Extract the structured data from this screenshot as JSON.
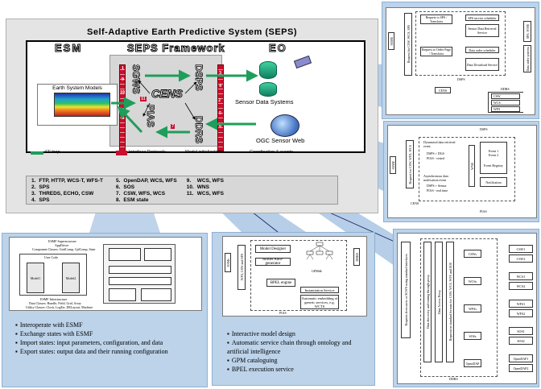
{
  "seps": {
    "title": "Self-Adaptive Earth Predictive System (SEPS)",
    "esm_header": "ESM",
    "framework_header": "SEPS Framework",
    "eo_header": "EO",
    "esm_box": "Earth System Models",
    "sensor_systems": "Sensor Data Systems",
    "sensor_web": "OGC Sensor Web",
    "sgws": "SGWS",
    "dsps": "DSPS",
    "cens": "CENS",
    "pias": "PIAS",
    "ddrs": "DDRS",
    "legend_ff": "FF loop",
    "legend_interface": "Interface Protocols",
    "legend_model_init": "Model initialization",
    "legend_coord": "Coordination & events",
    "numbers": [
      "1",
      "2",
      "3",
      "4",
      "5",
      "6",
      "7",
      "8",
      "9",
      "10",
      "11"
    ],
    "protocols": [
      [
        "1.",
        "FTP, HTTP, WCS-T, WFS-T",
        "5.",
        "OpenDAP, WCS, WFS",
        "9.",
        "WCS, WFS"
      ],
      [
        "2.",
        "SPS",
        "6.",
        "SOS",
        "10.",
        "WNS"
      ],
      [
        "3.",
        "THREDS, ECHO, CSW",
        "7.",
        "CSW, WFS, WCS",
        "11.",
        "WCS, WFS"
      ],
      [
        "4.",
        "SPS",
        "8.",
        "ESM state",
        "",
        ""
      ]
    ]
  },
  "dsps_panel": {
    "sps_header": "Request to SPS / Translator",
    "order_header": "Request to Order Page / Translator",
    "sps_scheduler": "SPS service scheduler",
    "sensor_data": "Sensor Data Retrieval Service",
    "data_order": "Data order scheduler",
    "data_download": "Data Download Service",
    "left_label": "Request for CSW, WCS, SPS",
    "ssme": "SSME",
    "data_order_systems": "Data order systems",
    "sps_wms": "SPS, WMS",
    "dsps": "DSPS",
    "cens": "CENS",
    "ddrs": "DDRS",
    "csw": "CSW",
    "wcs": "WCS",
    "wfs": "WFS"
  },
  "cens_panel": {
    "dsps": "DSPS",
    "ssme": "SSME",
    "request_label": "Request for CSW, WFS, WCS",
    "dynamical": "Dynamical data retrieval event",
    "dsps_dgs": "DSPS + DGS",
    "pias_vetted": "PIAS - vetted",
    "async": "Asynchronous data notification event",
    "dsps_sensor": "DSPS + Sensor",
    "pias_real": "PIAS - real time",
    "event1": "Event 1",
    "event2": "Event 2",
    "event_registry": "Event Registry",
    "notification": "Notification",
    "wns": "WNS",
    "cens": "CENS",
    "pias": "PIAS"
  },
  "ddrs_panel": {
    "left_label": "Requests from users or SGWS using standard interfaces",
    "dispatch": "Data discovery and routing through proxy",
    "proxy_label": "Data Access Proxy",
    "standard": "Requests in standard formats for CSW, WCS, WFS and SOS",
    "ddrs": "DDRS",
    "rows": [
      {
        "left": "CSWs",
        "right": [
          "CSW1",
          "CSW2"
        ]
      },
      {
        "left": "WCSs",
        "right": [
          "WCS1",
          "WCS2"
        ]
      },
      {
        "left": "WFSs",
        "right": [
          "WFS1",
          "WFS2"
        ]
      },
      {
        "left": "SOSs",
        "right": [
          "SOS1",
          "SOS2"
        ]
      },
      {
        "left": "OpenDAP",
        "right": [
          "OpenDAP1",
          "OpenDAP2"
        ]
      }
    ]
  },
  "pias_panel": {
    "model_designer": "Model Designer",
    "model_generator": "Model Auto-generator",
    "gpm": "GPMdb",
    "bpel": "BPEL engine",
    "instantiation": "Instantiation Service",
    "auto_embed": "Automatic embedding of generic services, e.g. WCTS",
    "esme": "ESMe",
    "wfs_csw": "WFS, CSW and SPS",
    "pias": "PIAS",
    "ddrs": "DDRS",
    "bullets": [
      "Interactive model design",
      "Automatic service chain through ontology and artificial intelligence",
      "GPM cataloguing",
      "BPEL execution service"
    ]
  },
  "esmf_panel": {
    "esmf_header": "ESMF Superstructure",
    "app_driver": "AppDriver",
    "component_classes": "Component Classes: GridComp, CplComp, State",
    "user_code": "User Code",
    "infra": "ESMF Infrastructure",
    "infra_classes": "Data Classes: Bundle, Field, Grid, Array",
    "utility_classes": "Utility Classes: Clock, LogErr, DELayout, Machine",
    "model1": "Model1",
    "model2": "Model2",
    "bullets": [
      "Interoperate with ESMF",
      "Exchange states with ESMF",
      "Import states: input parameters, configuration, and data",
      "Export states: output data and their running configuration"
    ]
  },
  "colors": {
    "panel_blue": "#bcd3ea",
    "connector_blue": "#a9c6e4",
    "red": "#c8102e",
    "green": "#1e9e5a",
    "framework_gray": "#d7d7d7"
  }
}
